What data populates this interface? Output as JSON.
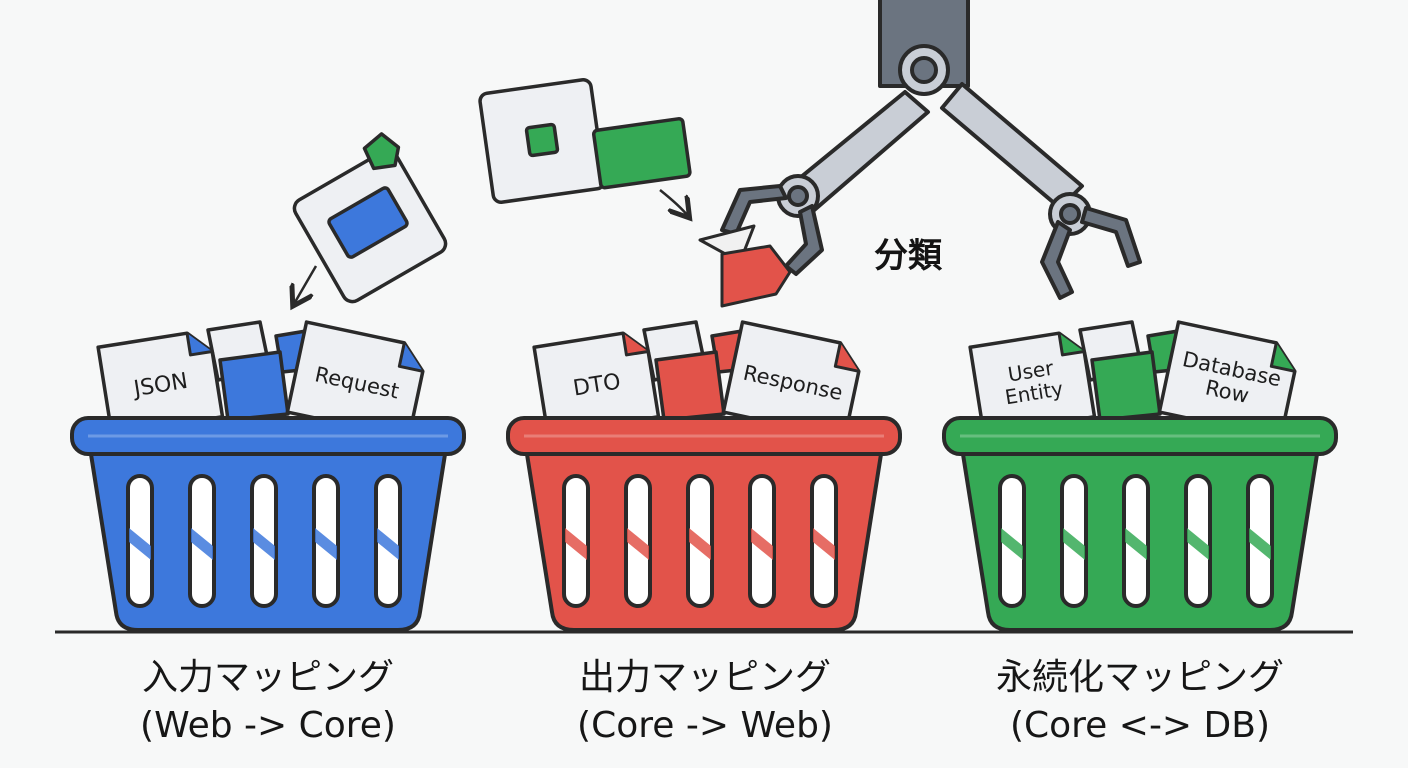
{
  "sort_label": "分類",
  "baskets": [
    {
      "color": "#3d78dc",
      "docs": [
        "JSON",
        "Request"
      ],
      "title": "入力マッピング",
      "subtitle": "(Web -> Core)"
    },
    {
      "color": "#e2534a",
      "docs": [
        "DTO",
        "Response"
      ],
      "title": "出力マッピング",
      "subtitle": "(Core -> Web)"
    },
    {
      "color": "#35a955",
      "docs": [
        "User Entity",
        "Database Row"
      ],
      "title": "永続化マッピング",
      "subtitle": "(Core <-> DB)"
    }
  ],
  "colors": {
    "outline": "#2a2a2a",
    "arm": "#6b7480",
    "arm_light": "#c9ced6",
    "paper": "#eef0f3"
  }
}
